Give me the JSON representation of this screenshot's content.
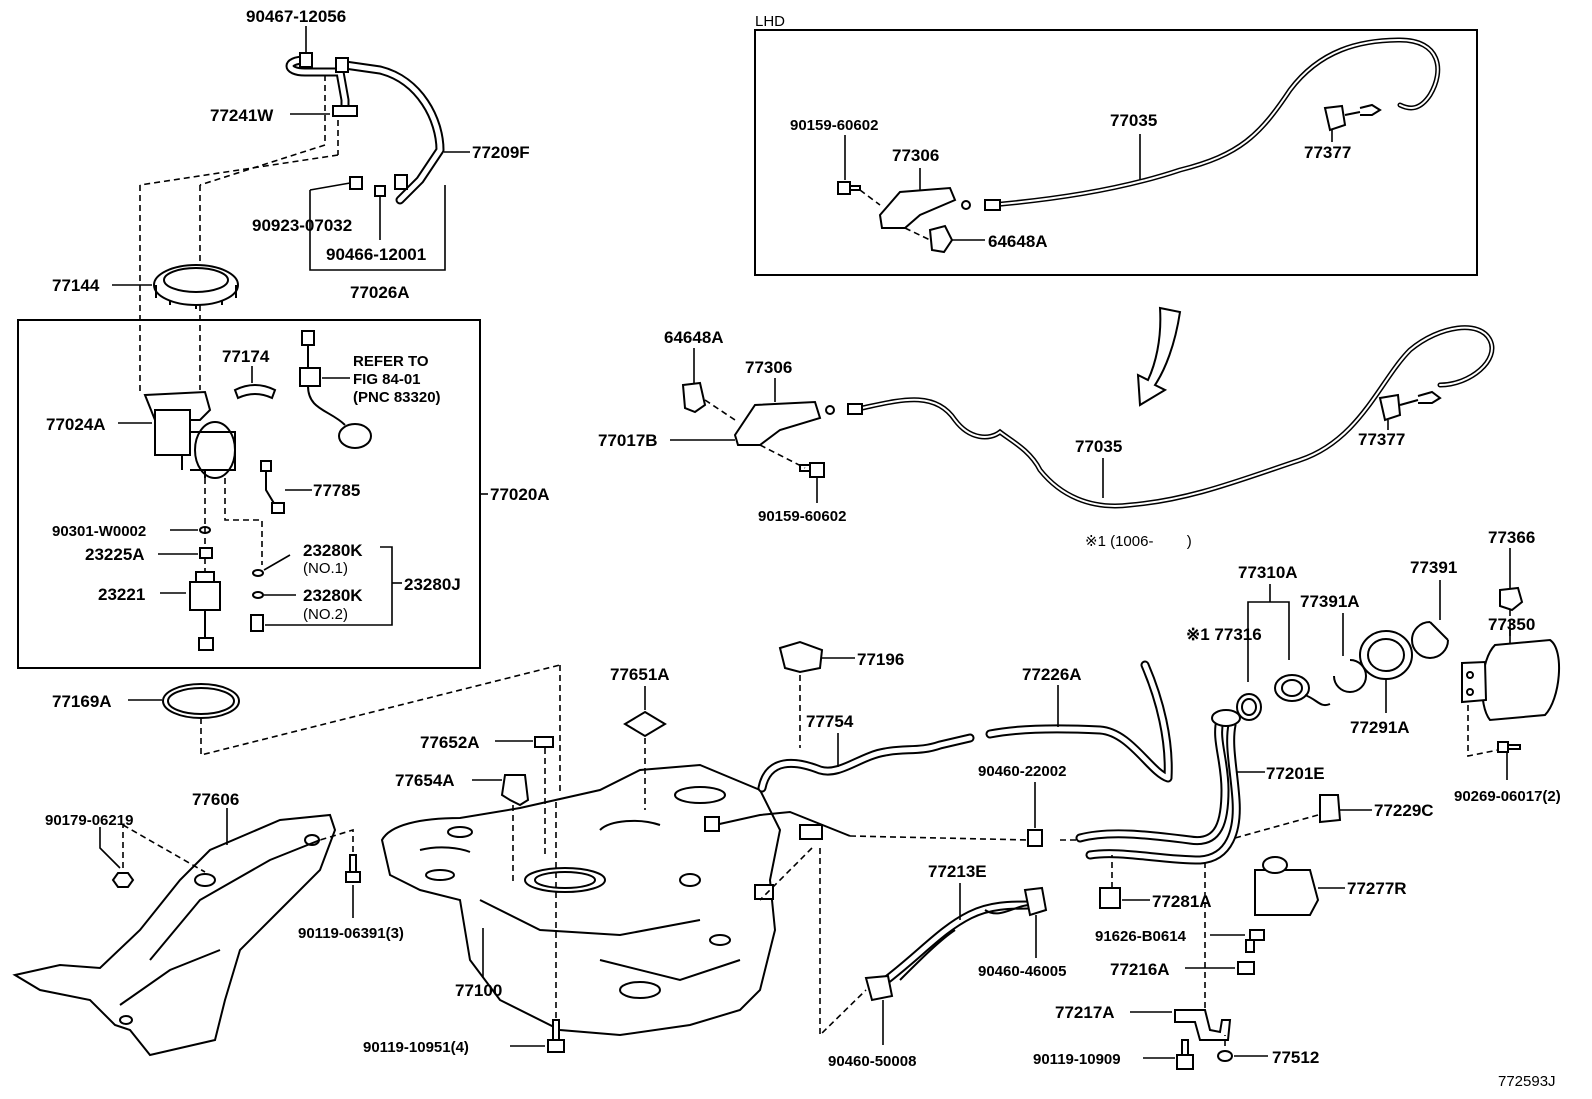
{
  "labels": {
    "p90467_12056": "90467-12056",
    "p77241W": "77241W",
    "p77209F": "77209F",
    "p90923_07032": "90923-07032",
    "p90466_12001": "90466-12001",
    "p77026A": "77026A",
    "p77144": "77144",
    "p77174": "77174",
    "refer1": "REFER TO",
    "refer2": "FIG 84-01",
    "refer3": "(PNC 83320)",
    "p77024A": "77024A",
    "p77785": "77785",
    "p77020A": "77020A",
    "p90301_W0002": "90301-W0002",
    "p23225A": "23225A",
    "p23280K_1": "23280K",
    "no1": "(NO.1)",
    "p23280K_2": "23280K",
    "no2": "(NO.2)",
    "p23280J": "23280J",
    "p23221": "23221",
    "p77169A": "77169A",
    "p90179_06219": "90179-06219",
    "p77606": "77606",
    "p90119_06391": "90119-06391(3)",
    "p77652A": "77652A",
    "p77654A": "77654A",
    "p77651A": "77651A",
    "p77100": "77100",
    "p90119_10951": "90119-10951(4)",
    "p77196": "77196",
    "p77754": "77754",
    "p77226A": "77226A",
    "p90460_22002": "90460-22002",
    "p77213E": "77213E",
    "p90460_46005": "90460-46005",
    "p90460_50008": "90460-50008",
    "lhd": "LHD",
    "p90159_60602_a": "90159-60602",
    "p77306_a": "77306",
    "p77035_a": "77035",
    "p77377_a": "77377",
    "p64648A_a": "64648A",
    "p64648A_b": "64648A",
    "p77306_b": "77306",
    "p77017B": "77017B",
    "p90159_60602_b": "90159-60602",
    "p77035_b": "77035",
    "p77377_b": "77377",
    "note1": "※1 (1006-        )",
    "p77310A": "77310A",
    "p77316": "※1 77316",
    "p77391A": "77391A",
    "p77391": "77391",
    "p77366": "77366",
    "p77350": "77350",
    "p77291A": "77291A",
    "p90269_06017": "90269-06017(2)",
    "p77201E": "77201E",
    "p77229C": "77229C",
    "p77281A": "77281A",
    "p77277R": "77277R",
    "p91626_B0614": "91626-B0614",
    "p77216A": "77216A",
    "p77217A": "77217A",
    "p90119_10909": "90119-10909",
    "p77512": "77512",
    "figure_code": "772593J"
  }
}
